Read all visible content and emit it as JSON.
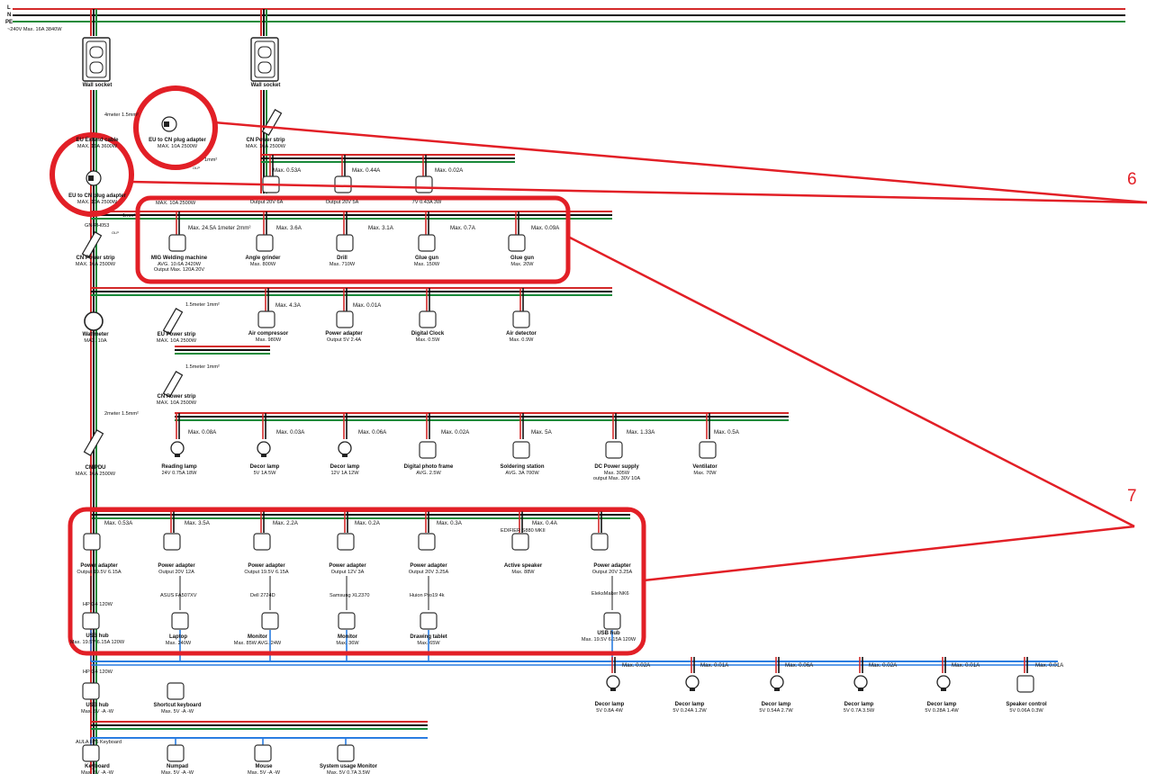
{
  "mains": {
    "L": "L",
    "N": "N",
    "PE": "PE",
    "rating": "~240V Max. 16A 3840W"
  },
  "callouts": [
    "6",
    "7"
  ],
  "notes": {
    "cable_4m": "4meter 1.5mm²",
    "cable_1_5m_a": "1.5meter 1mm²",
    "cable_1_5m_b": "1.5meter 1mm²",
    "cable_2m": "2meter 1.5mm²",
    "olp_a": "OLP",
    "olp_b": "OLP",
    "olp_c": "OLP",
    "gn": "GN-PH053",
    "cable_mm2": "1mm²",
    "cable_mm": "1mm²"
  },
  "devices": [
    {
      "id": "wall1",
      "name": "Wall socket",
      "spec": ""
    },
    {
      "id": "wall2",
      "name": "Wall socket",
      "spec": ""
    },
    {
      "id": "euext",
      "name": "EU Extend cable",
      "spec": "MAX. 16A 3600W"
    },
    {
      "id": "ad1",
      "name": "EU to CN plug adapter",
      "spec": "MAX. 10A 2500W"
    },
    {
      "id": "ad2",
      "name": "EU to CN plug adapter",
      "spec": "MAX. 10A 2500W"
    },
    {
      "id": "cnps_top",
      "name": "CN Power strip",
      "spec": "MAX. 10A 2500W"
    },
    {
      "id": "cnps1",
      "name": "CN Power strip",
      "spec": "MAX. 10A 2500W"
    },
    {
      "id": "watt",
      "name": "Wattmeter",
      "spec": "MAX. 10A"
    },
    {
      "id": "pdu",
      "name": "CN PDU",
      "spec": "MAX. 10A 2500W"
    },
    {
      "id": "eups",
      "name": "EU Power strip",
      "spec": "MAX. 10A 2500W"
    },
    {
      "id": "cnps2",
      "name": "CN Power strip",
      "spec": "MAX. 10A 2500W"
    }
  ],
  "row_top": {
    "currents": [
      "Max. 0.53A",
      "Max. 0.44A",
      "Max. 0.02A"
    ],
    "items": [
      {
        "name": "",
        "spec": "Output 20V 6A"
      },
      {
        "name": "",
        "spec": "Output 20V 5A"
      },
      {
        "name": "",
        "spec": "7V 0.43A 3W"
      }
    ]
  },
  "row_weld": {
    "strip": "MAX. 10A 2500W",
    "currents": [
      "Max. 24.5A 1meter 2mm²",
      "Max. 3.6A",
      "Max. 3.1A",
      "Max. 0.7A",
      "Max. 0.09A"
    ],
    "items": [
      {
        "name": "MIG Welding machine",
        "spec": "AVG. 10.6A 2420W",
        "spec2": "Output Max. 120A 20V"
      },
      {
        "name": "Angle grinder",
        "spec": "Max. 800W"
      },
      {
        "name": "Drill",
        "spec": "Max. 710W"
      },
      {
        "name": "Glue gun",
        "spec": "Max. 150W"
      },
      {
        "name": "Glue gun",
        "spec": "Max. 20W"
      }
    ]
  },
  "row_air": {
    "currents": [
      "Max. 4.3A",
      "Max. 0.01A"
    ],
    "items": [
      {
        "name": "Air compressor",
        "spec": "Max. 980W"
      },
      {
        "name": "Power adapter",
        "spec": "Output 5V 2.4A"
      },
      {
        "name": "Digital Clock",
        "spec": "Max. 0.5W"
      },
      {
        "name": "Air detector",
        "spec": "Max. 0.9W"
      }
    ]
  },
  "row_lamps": {
    "currents": [
      "Max. 0.08A",
      "Max. 0.03A",
      "Max. 0.06A",
      "Max. 0.02A",
      "Max. 5A",
      "Max. 1.33A",
      "Max. 0.5A"
    ],
    "items": [
      {
        "name": "Reading lamp",
        "spec": "24V 0.75A 18W"
      },
      {
        "name": "Decor lamp",
        "spec": "5V 1A 5W"
      },
      {
        "name": "Decor lamp",
        "spec": "12V 1A 12W"
      },
      {
        "name": "Digital photo frame",
        "spec": "AVG. 2.5W"
      },
      {
        "name": "Soldering station",
        "spec": "AVG. 3A 700W"
      },
      {
        "name": "DC Power supply",
        "spec": "Max. 305W",
        "spec2": "output Max. 30V 10A"
      },
      {
        "name": "Ventilator",
        "spec": "Max. 70W"
      }
    ]
  },
  "row_desk": {
    "currents": [
      "Max. 0.53A",
      "Max. 3.5A",
      "Max. 2.2A",
      "Max. 0.2A",
      "Max. 0.3A",
      "Max. 0.4A"
    ],
    "items": [
      {
        "name": "Power adapter",
        "spec": "Output 19.5V 6.15A"
      },
      {
        "name": "Power adapter",
        "spec": "Output 20V 12A"
      },
      {
        "name": "Power adapter",
        "spec": "Output 19.5V 6.15A"
      },
      {
        "name": "Power adapter",
        "spec": "Output 12V 3A"
      },
      {
        "name": "Power adapter",
        "spec": "Output 20V 3.25A"
      },
      {
        "name": "Active speaker",
        "spec": "Max. 88W",
        "top": "EDIFIER S880 MKII"
      },
      {
        "name": "Power adapter",
        "spec": "Output 20V 3.25A"
      }
    ],
    "loads": [
      {
        "model": "HP G4 120W",
        "name": "USB hub",
        "spec": "Max. 19.5V 6.15A 120W"
      },
      {
        "model": "ASUS FA507XV",
        "name": "Laptop",
        "spec": "Max. 240W"
      },
      {
        "model": "Dell 2724D",
        "name": "Monitor",
        "spec": "Max. 85W AVG. 24W"
      },
      {
        "model": "Samsung XL2370",
        "name": "Monitor",
        "spec": "Max. 36W"
      },
      {
        "model": "Huion Pro19 4k",
        "name": "Drawing tablet",
        "spec": "Max. 65W"
      },
      {
        "model": "EleksMaker NK6",
        "name": "USB hub",
        "spec": "Max. 19.5V 6.15A 120W"
      }
    ]
  },
  "row_small": {
    "currents": [
      "Max. 0.02A",
      "Max. 0.01A",
      "Max. 0.06A",
      "Max. 0.02A",
      "Max. 0.01A",
      "Max. 0.01A"
    ],
    "items": [
      {
        "name": "Decor lamp",
        "spec": "5V 0.8A 4W"
      },
      {
        "name": "Decor lamp",
        "spec": "5V 0.24A 1.2W"
      },
      {
        "name": "Decor lamp",
        "spec": "5V 0.54A 2.7W"
      },
      {
        "name": "Decor lamp",
        "spec": "5V 0.7A 3.5W"
      },
      {
        "name": "Decor lamp",
        "spec": "5V 0.28A 1.4W"
      },
      {
        "name": "Speaker control",
        "spec": "5V 0.06A 0.3W"
      }
    ]
  },
  "usb": {
    "hub_model": "HP G4 120W",
    "hub": {
      "name": "USB hub",
      "spec": "Max. 5V -A -W"
    },
    "kbd_top": {
      "name": "Shortcut keyboard",
      "spec": "Max. 5V -A -W"
    },
    "kb_model": "AULA F75 Keyboard",
    "bottom": [
      {
        "name": "Keyboard",
        "spec": "Max. 5V -A -W"
      },
      {
        "name": "Numpad",
        "spec": "Max. 5V -A -W"
      },
      {
        "name": "Mouse",
        "spec": "Max. 5V -A -W"
      },
      {
        "name": "System usage Monitor",
        "spec": "Max. 5V 0.7A 3.5W"
      }
    ]
  },
  "colors": {
    "L": "#d42a2a",
    "N": "#111111",
    "PE": "#1a8a3a",
    "usb": "#2a7de1",
    "callout": "#e21f26"
  }
}
